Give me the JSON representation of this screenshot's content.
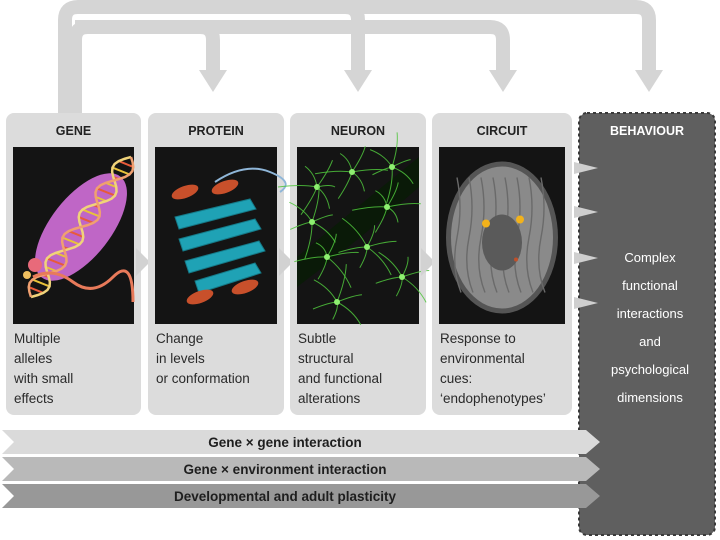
{
  "stages": [
    {
      "id": "gene",
      "title": "GENE",
      "description": [
        "Multiple",
        "alleles",
        "with small",
        "effects"
      ]
    },
    {
      "id": "protein",
      "title": "PROTEIN",
      "description": [
        "Change",
        "in levels",
        "or conformation"
      ]
    },
    {
      "id": "neuron",
      "title": "NEURON",
      "description": [
        "Subtle",
        "structural",
        "and functional",
        "alterations"
      ]
    },
    {
      "id": "circuit",
      "title": "CIRCUIT",
      "description": [
        "Response to",
        "environmental",
        "cues:",
        "‘endophenotypes’"
      ]
    }
  ],
  "behaviour": {
    "title": "BEHAVIOUR",
    "description": [
      "Complex",
      "functional",
      "interactions",
      "and",
      "psychological",
      "dimensions"
    ]
  },
  "bands": [
    {
      "label": "Gene × gene interaction",
      "color": "#dadada"
    },
    {
      "label": "Gene × environment interaction",
      "color": "#b9b9b9"
    },
    {
      "label": "Developmental and adult plasticity",
      "color": "#989898"
    }
  ],
  "colors": {
    "panel": "#dcdcdc",
    "arrow": "#d5d5d5",
    "image_bg": "#141414",
    "behaviour_box": "#5f5f5f",
    "dna_ellipse": "#c86ad0",
    "protein_sheet": "#1fa2b5",
    "protein_helix": "#c8502b",
    "neuron_green": "#4fc43c",
    "brain_gray": "#8a8a8a",
    "activation": "#f2b21b"
  }
}
